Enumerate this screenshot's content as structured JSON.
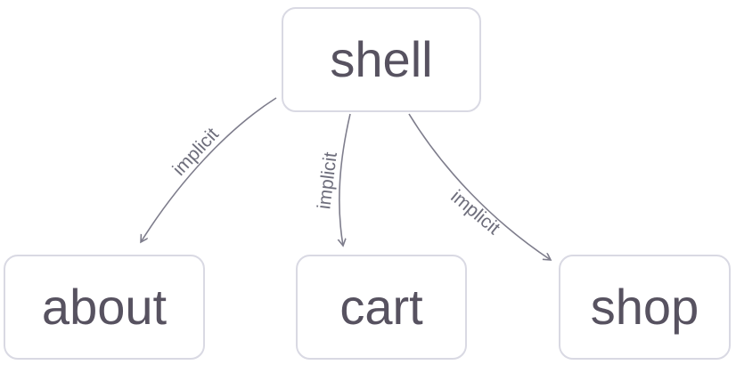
{
  "diagram": {
    "nodes": [
      {
        "id": "shell",
        "label": "shell"
      },
      {
        "id": "about",
        "label": "about"
      },
      {
        "id": "cart",
        "label": "cart"
      },
      {
        "id": "shop",
        "label": "shop"
      }
    ],
    "edges": [
      {
        "from": "shell",
        "to": "about",
        "label": "implicit"
      },
      {
        "from": "shell",
        "to": "cart",
        "label": "implicit"
      },
      {
        "from": "shell",
        "to": "shop",
        "label": "implicit"
      }
    ],
    "colors": {
      "background": "#ffffff",
      "node_border": "#d9d9e3",
      "node_text": "#575260",
      "edge_stroke": "#7e7d8c",
      "edge_label_text": "#6e6e7c"
    }
  }
}
